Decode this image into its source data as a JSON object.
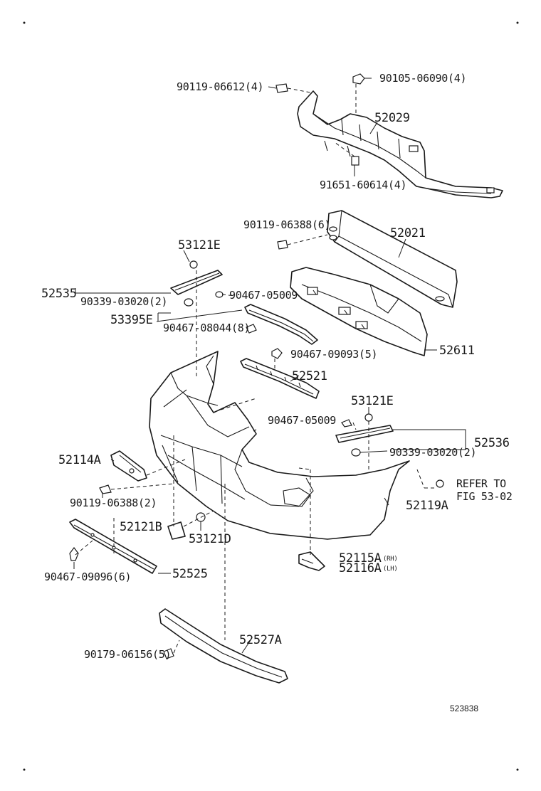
{
  "parts": {
    "p_90119_06612": "90119-06612(4)",
    "p_90105_06090": "90105-06090(4)",
    "p_52029": "52029",
    "p_91651_60614": "91651-60614(4)",
    "p_90119_06388_6": "90119-06388(6)",
    "p_52021": "52021",
    "p_53121E_top": "53121E",
    "p_52535": "52535",
    "p_90339_03020_left": "90339-03020(2)",
    "p_90467_05009_left": "90467-05009",
    "p_53395E": "53395E",
    "p_90467_08044": "90467-08044(8)",
    "p_90467_09093": "90467-09093(5)",
    "p_52611": "52611",
    "p_52521": "52521",
    "p_53121E_right": "53121E",
    "p_90467_05009_right": "90467-05009",
    "p_52536": "52536",
    "p_90339_03020_right": "90339-03020(2)",
    "p_52114A": "52114A",
    "p_90119_06388_2": "90119-06388(2)",
    "p_refer_to": "REFER TO",
    "p_fig": "FIG 53-02",
    "p_52119A": "52119A",
    "p_52121B": "52121B",
    "p_53121D": "53121D",
    "p_52115A": "52115A",
    "p_52115A_side": "(RH)",
    "p_52116A": "52116A",
    "p_52116A_side": "(LH)",
    "p_90467_09096": "90467-09096(6)",
    "p_52525": "52525",
    "p_52527A": "52527A",
    "p_90179_06156": "90179-06156(5)",
    "illustration_number": "523838"
  }
}
